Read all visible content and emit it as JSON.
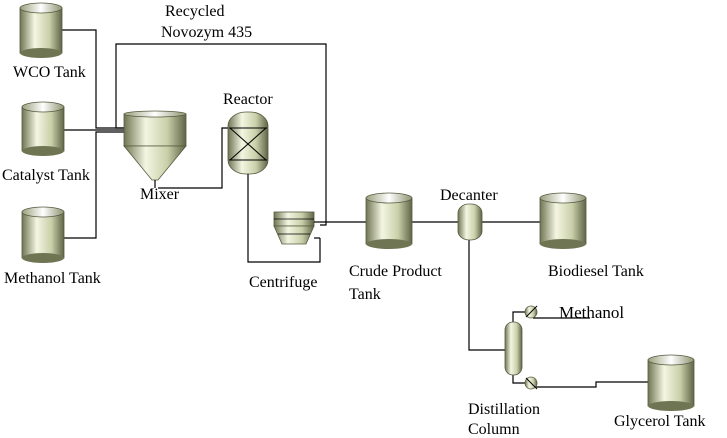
{
  "labels": {
    "recycled_line1": "Recycled",
    "recycled_line2": "Novozym 435",
    "wco_tank": "WCO Tank",
    "catalyst_tank": "Catalyst Tank",
    "methanol_tank": "Methanol Tank",
    "mixer": "Mixer",
    "reactor": "Reactor",
    "centrifuge": "Centrifuge",
    "crude_line1": "Crude Product",
    "crude_line2": "Tank",
    "decanter": "Decanter",
    "biodiesel_tank": "Biodiesel Tank",
    "methanol_out": "Methanol",
    "distillation_line1": "Distillation",
    "distillation_line2": "Column",
    "glycerol_tank": "Glycerol Tank"
  },
  "colors": {
    "vessel_light": "#f4f6e2",
    "vessel_mid": "#c9cfa9",
    "vessel_dark": "#6f7553",
    "line": "#000000"
  }
}
